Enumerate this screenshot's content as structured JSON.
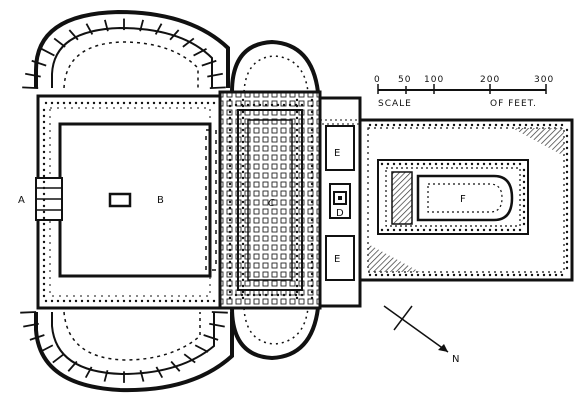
{
  "labels": {
    "a": "A",
    "b": "B",
    "c": "C",
    "d": "D",
    "e_top": "E",
    "e_bottom": "E",
    "f": "F",
    "north": "N"
  },
  "scale": {
    "ticks": [
      "0",
      "50",
      "100",
      "200",
      "300"
    ],
    "caption_left": "SCALE",
    "caption_right": "OF FEET."
  },
  "colors": {
    "ink": "#111111",
    "paper": "#ffffff",
    "shade": "#555555"
  },
  "icons": {
    "north_arrow": "compass-arrow-icon"
  }
}
